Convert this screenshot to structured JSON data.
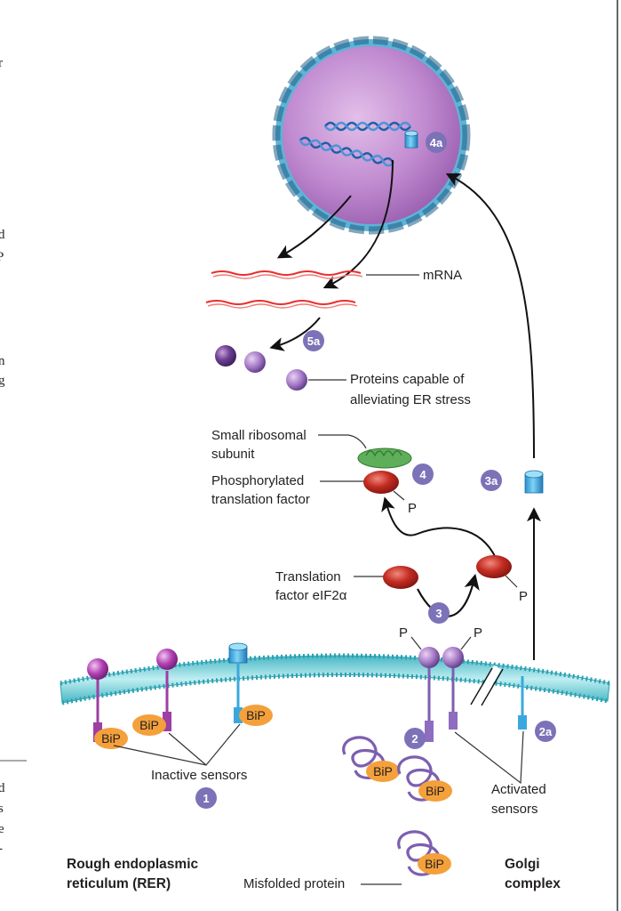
{
  "edge_text": {
    "t1": "r",
    "t2": "d",
    "t3": "P",
    "t4": "n",
    "t5": "g",
    "t6": "d",
    "t7": "s",
    "t8": "e",
    "t9": "-"
  },
  "labels": {
    "mrna": "mRNA",
    "proteins_line1": "Proteins capable of",
    "proteins_line2": "alleviating ER stress",
    "small_ribo_line1": "Small ribosomal",
    "small_ribo_line2": "subunit",
    "phospho_line1": "Phosphorylated",
    "phospho_line2": "translation factor",
    "translation_line1": "Translation",
    "translation_line2": "factor eIF2α",
    "inactive_sensors": "Inactive sensors",
    "activated_line1": "Activated",
    "activated_line2": "sensors",
    "rer_line1": "Rough endoplasmic",
    "rer_line2": "reticulum (RER)",
    "golgi_line1": "Golgi",
    "golgi_line2": "complex",
    "misfolded": "Misfolded protein",
    "phosphate": "P",
    "bip": "BiP"
  },
  "steps": {
    "s1": "1",
    "s2": "2",
    "s2a": "2a",
    "s3": "3",
    "s3a": "3a",
    "s4": "4",
    "s4a": "4a",
    "s5a": "5a"
  },
  "colors": {
    "nucleus": "#b57fc7",
    "nuclear_envelope": "#5fb3d6",
    "dna": "#2f73b8",
    "mrna": "#e8302f",
    "protein": "#8e5fb0",
    "ribosome": "#5fae5a",
    "translation_factor": "#b5221e",
    "bip": "#f4a03b",
    "membrane": "#7fd0d8",
    "step_badge": "#7c72b8",
    "sensor_purple": "#9d3fa3",
    "sensor_violet": "#7c5fb0",
    "sensor_cyan": "#3aa8de"
  }
}
